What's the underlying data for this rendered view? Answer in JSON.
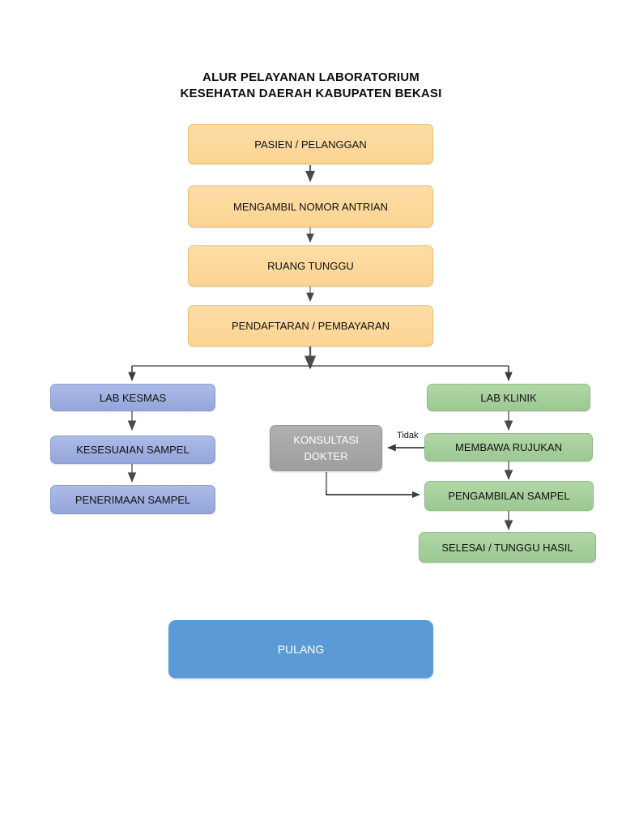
{
  "title": {
    "line1": "ALUR PELAYANAN LABORATORIUM",
    "line2": "KESEHATAN DAERAH KABUPATEN BEKASI"
  },
  "colors": {
    "orange": "#FCD998",
    "blue_lavender": "#9FAFE0",
    "green": "#A6CF9B",
    "gray": "#A6A6A6",
    "solid_blue": "#5B9BD5",
    "connector": "#595959",
    "text_dark": "#111111",
    "text_light": "#FFFFFF",
    "background": "#FFFFFF"
  },
  "nodes": {
    "pasien": "PASIEN / PELANGGAN",
    "antrian": "MENGAMBIL NOMOR ANTRIAN",
    "ruang_tunggu": "RUANG TUNGGU",
    "pendaftaran": "PENDAFTARAN / PEMBAYARAN",
    "lab_kesmas": "LAB KESMAS",
    "kesesuaian_sampel": "KESESUAIAN SAMPEL",
    "penerimaan_sampel": "PENERIMAAN SAMPEL",
    "lab_klinik": "LAB KLINIK",
    "membawa_rujukan": "MEMBAWA RUJUKAN",
    "pengambilan_sampel": "PENGAMBILAN SAMPEL",
    "selesai": "SELESAI / TUNGGU HASIL",
    "konsultasi_line1": "KONSULTASI",
    "konsultasi_line2": "DOKTER",
    "pulang": "PULANG"
  },
  "edge_labels": {
    "tidak": "Tidak"
  },
  "chart_data": {
    "type": "flowchart",
    "title": "ALUR PELAYANAN LABORATORIUM KESEHATAN DAERAH KABUPATEN BEKASI",
    "orientation": "top-to-bottom",
    "nodes": [
      {
        "id": "pasien",
        "label": "PASIEN / PELANGGAN",
        "color": "#FCD998",
        "column": "center"
      },
      {
        "id": "antrian",
        "label": "MENGAMBIL NOMOR ANTRIAN",
        "color": "#FCD998",
        "column": "center"
      },
      {
        "id": "ruang_tunggu",
        "label": "RUANG TUNGGU",
        "color": "#FCD998",
        "column": "center"
      },
      {
        "id": "pendaftaran",
        "label": "PENDAFTARAN / PEMBAYARAN",
        "color": "#FCD998",
        "column": "center"
      },
      {
        "id": "lab_kesmas",
        "label": "LAB KESMAS",
        "color": "#9FAFE0",
        "column": "left"
      },
      {
        "id": "kesesuaian_sampel",
        "label": "KESESUAIAN SAMPEL",
        "color": "#9FAFE0",
        "column": "left"
      },
      {
        "id": "penerimaan_sampel",
        "label": "PENERIMAAN SAMPEL",
        "color": "#9FAFE0",
        "column": "left"
      },
      {
        "id": "lab_klinik",
        "label": "LAB KLINIK",
        "color": "#A6CF9B",
        "column": "right"
      },
      {
        "id": "membawa_rujukan",
        "label": "MEMBAWA RUJUKAN",
        "color": "#A6CF9B",
        "column": "right"
      },
      {
        "id": "pengambilan_sampel",
        "label": "PENGAMBILAN SAMPEL",
        "color": "#A6CF9B",
        "column": "right"
      },
      {
        "id": "selesai",
        "label": "SELESAI / TUNGGU HASIL",
        "color": "#A6CF9B",
        "column": "right"
      },
      {
        "id": "konsultasi_dokter",
        "label": "KONSULTASI DOKTER",
        "color": "#A6A6A6",
        "column": "middle"
      },
      {
        "id": "pulang",
        "label": "PULANG",
        "color": "#5B9BD5",
        "column": "center"
      }
    ],
    "edges": [
      {
        "from": "pasien",
        "to": "antrian",
        "label": ""
      },
      {
        "from": "antrian",
        "to": "ruang_tunggu",
        "label": ""
      },
      {
        "from": "ruang_tunggu",
        "to": "pendaftaran",
        "label": ""
      },
      {
        "from": "pendaftaran",
        "to": "lab_kesmas",
        "label": ""
      },
      {
        "from": "pendaftaran",
        "to": "lab_klinik",
        "label": ""
      },
      {
        "from": "lab_kesmas",
        "to": "kesesuaian_sampel",
        "label": ""
      },
      {
        "from": "kesesuaian_sampel",
        "to": "penerimaan_sampel",
        "label": ""
      },
      {
        "from": "lab_klinik",
        "to": "membawa_rujukan",
        "label": ""
      },
      {
        "from": "membawa_rujukan",
        "to": "konsultasi_dokter",
        "label": "Tidak"
      },
      {
        "from": "membawa_rujukan",
        "to": "pengambilan_sampel",
        "label": ""
      },
      {
        "from": "konsultasi_dokter",
        "to": "pengambilan_sampel",
        "label": ""
      },
      {
        "from": "pengambilan_sampel",
        "to": "selesai",
        "label": ""
      }
    ]
  }
}
